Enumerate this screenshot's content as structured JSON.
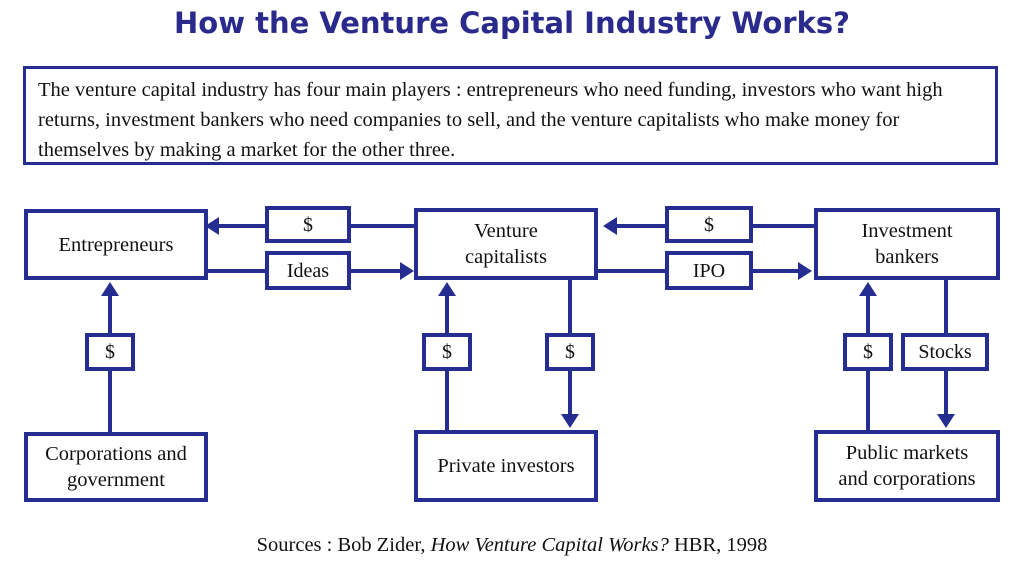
{
  "title": "How the Venture Capital Industry Works?",
  "intro": {
    "text": "The venture capital industry has four main players : entrepreneurs who need funding, investors who want high returns, investment bankers who need companies to sell, and the venture capitalists who make money for themselves by making a market for the other three."
  },
  "diagram": {
    "nodes": [
      {
        "id": "entrepreneurs",
        "label": "Entrepreneurs"
      },
      {
        "id": "venture-capitalists",
        "label": "Venture\ncapitalists"
      },
      {
        "id": "investment-bankers",
        "label": "Investment\nbankers"
      },
      {
        "id": "corporations-government",
        "label": "Corporations and\ngovernment"
      },
      {
        "id": "private-investors",
        "label": "Private investors"
      },
      {
        "id": "public-markets",
        "label": "Public markets\nand corporations"
      }
    ],
    "flow_labels": [
      {
        "id": "vc-to-entrepreneurs-money",
        "label": "$"
      },
      {
        "id": "entrepreneurs-to-vc-ideas",
        "label": "Ideas"
      },
      {
        "id": "bankers-to-vc-money",
        "label": "$"
      },
      {
        "id": "vc-to-bankers-ipo",
        "label": "IPO"
      },
      {
        "id": "corporations-to-entrepreneurs-money",
        "label": "$"
      },
      {
        "id": "private-investors-to-vc-money",
        "label": "$"
      },
      {
        "id": "vc-to-private-investors-money",
        "label": "$"
      },
      {
        "id": "public-markets-to-bankers-money",
        "label": "$"
      },
      {
        "id": "bankers-to-public-markets-stocks",
        "label": "Stocks"
      }
    ],
    "line_color": "#262d91"
  },
  "source": {
    "prefix": "Sources : Bob Zider, ",
    "italic": "How Venture Capital Works?",
    "suffix": " HBR, 1998"
  }
}
